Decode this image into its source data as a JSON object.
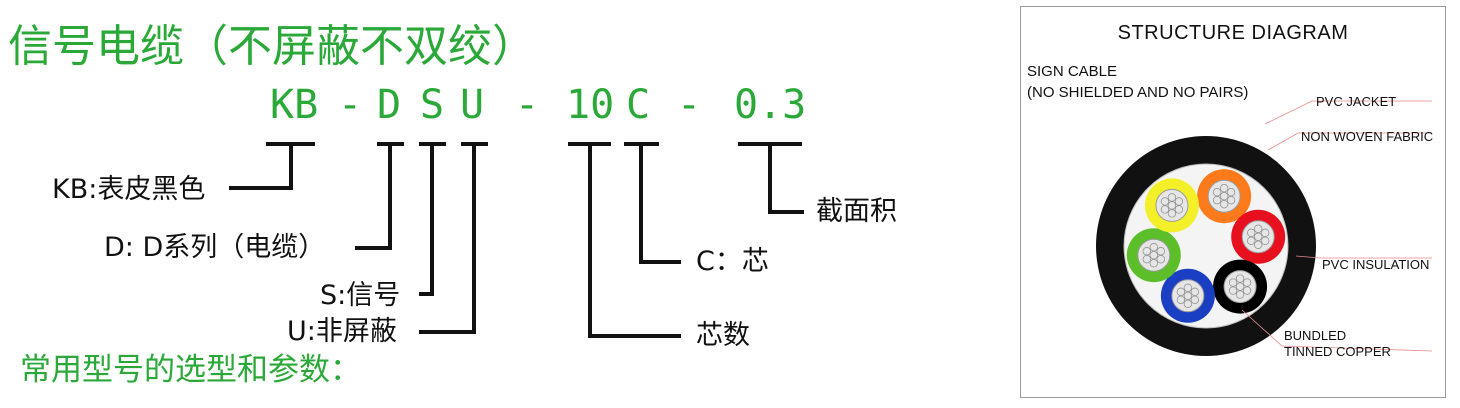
{
  "left": {
    "title": "信号电缆（不屏蔽不双绞）",
    "model_parts": [
      {
        "text": "KB"
      },
      {
        "text": "-"
      },
      {
        "text": "D"
      },
      {
        "text": "S"
      },
      {
        "text": "U"
      },
      {
        "text": "-"
      },
      {
        "text": "10"
      },
      {
        "text": "C"
      },
      {
        "text": "-"
      },
      {
        "text": "0.3"
      }
    ],
    "labels": {
      "kb": "KB:表皮黑色",
      "d": "D: D系列（电缆）",
      "s": "S:信号",
      "u": "U:非屏蔽",
      "cores": "芯数",
      "c": "C：芯",
      "area": "截面积"
    },
    "subtitle": "常用型号的选型和参数："
  },
  "structure": {
    "title": "STRUCTURE  DIAGRAM",
    "cable_line1": "SIGN CABLE",
    "cable_line2": "(NO SHIELDED AND NO PAIRS)",
    "callouts": {
      "jacket": "PVC JACKET",
      "fabric": "NON WOVEN FABRIC",
      "insulation": "PVC INSULATION",
      "copper_line1": "BUNDLED",
      "copper_line2": "TINNED COPPER"
    },
    "colors": {
      "jacket": "#111111",
      "fabric": "#f4f4f4",
      "cores": [
        "#ff7a1a",
        "#e8101e",
        "#000000",
        "#1b3fc2",
        "#5cbf2a",
        "#f3f02a"
      ]
    }
  }
}
